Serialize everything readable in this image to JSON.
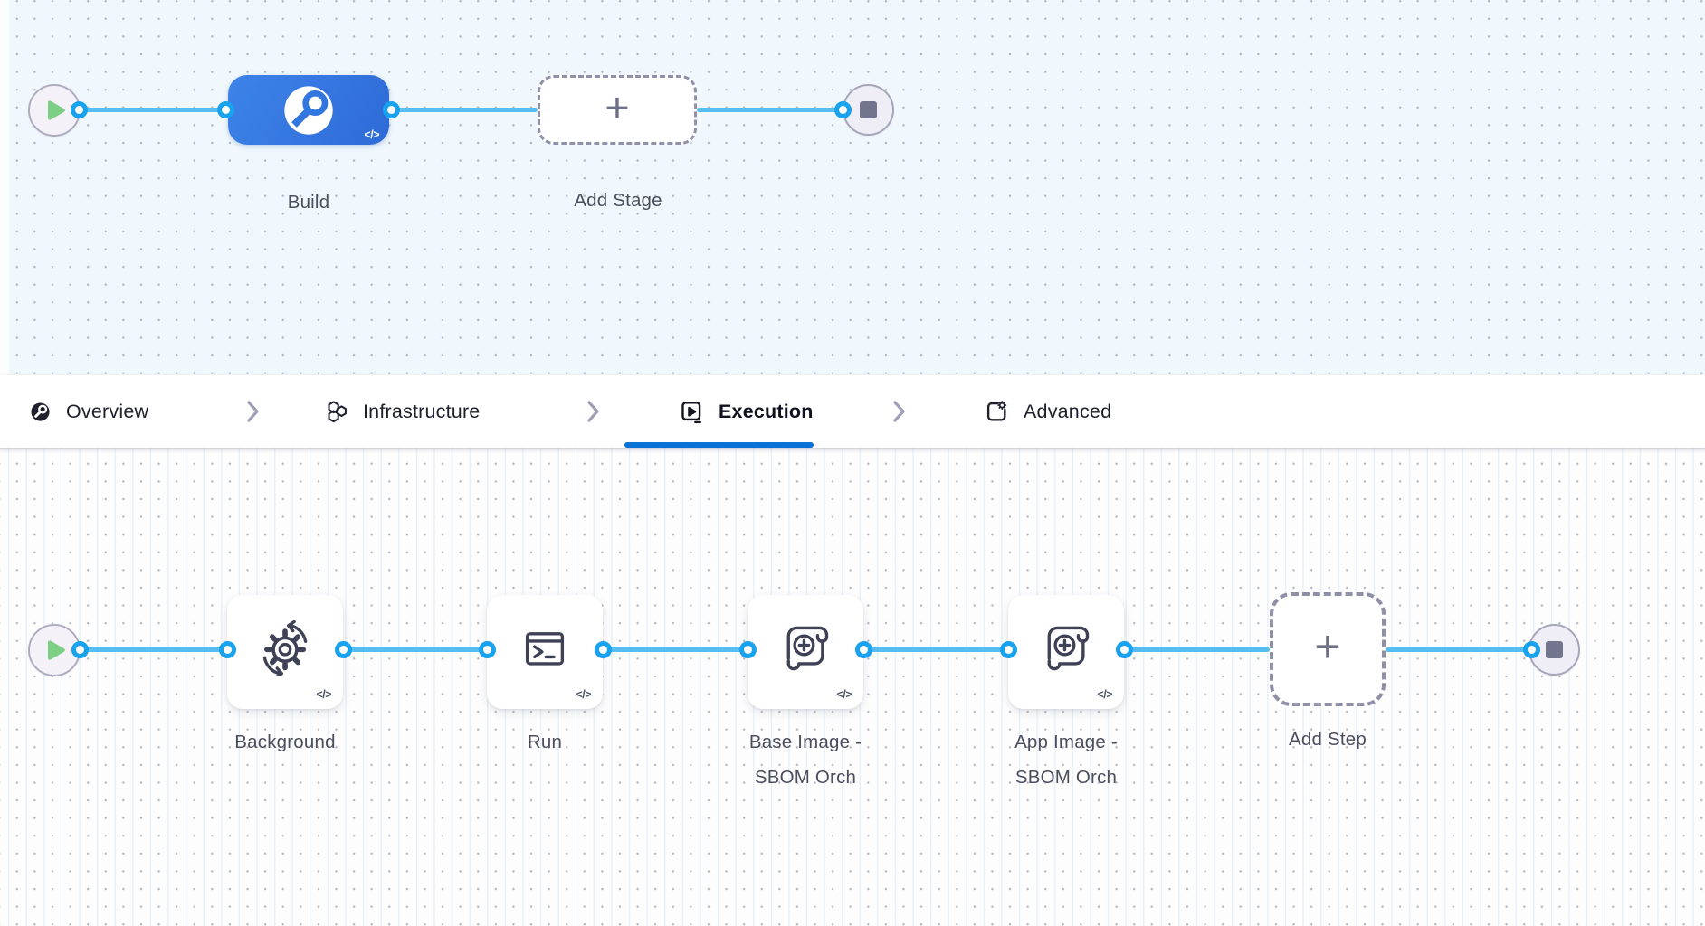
{
  "glyphs": {
    "code": "</>",
    "plus": "+"
  },
  "colors": {
    "accent_blue": "#0b72d8",
    "connector_blue": "#19a3ee",
    "edge_blue": "#56bdf0",
    "stage_blue_from": "#3d83e8",
    "stage_blue_to": "#2e6bd8",
    "play_green": "#7dcf85",
    "canvas_top_bg": "#f0f8fd",
    "canvas_bottom_bg": "#fdfdfe"
  },
  "top_canvas": {
    "start_icon": "play-icon",
    "end_icon": "stop-icon",
    "stages": [
      {
        "label": "Build",
        "icon": "ci-build-icon",
        "badge": "</>"
      },
      {
        "label": "Add Stage",
        "icon": "plus-icon"
      }
    ]
  },
  "tabs": {
    "active": "Execution",
    "separator_icon": "chevron-right-icon",
    "items": [
      {
        "label": "Overview",
        "icon": "overview-icon"
      },
      {
        "label": "Infrastructure",
        "icon": "infrastructure-hexagons-icon"
      },
      {
        "label": "Execution",
        "icon": "execution-play-box-icon"
      },
      {
        "label": "Advanced",
        "icon": "advanced-gear-box-icon"
      }
    ]
  },
  "bottom_canvas": {
    "start_icon": "play-icon",
    "end_icon": "stop-icon",
    "steps": [
      {
        "label": "Background",
        "icon": "background-sync-gear-icon",
        "badge": "</>"
      },
      {
        "label": "Run",
        "icon": "run-terminal-icon",
        "badge": "</>"
      },
      {
        "label": "Base Image - SBOM Orch",
        "lines": [
          "Base Image -",
          "SBOM Orch"
        ],
        "icon": "sbom-scroll-icon",
        "badge": "</>"
      },
      {
        "label": "App Image - SBOM Orch",
        "lines": [
          "App Image -",
          "SBOM Orch"
        ],
        "icon": "sbom-scroll-icon",
        "badge": "</>"
      },
      {
        "label": "Add Step",
        "icon": "plus-icon"
      }
    ]
  }
}
